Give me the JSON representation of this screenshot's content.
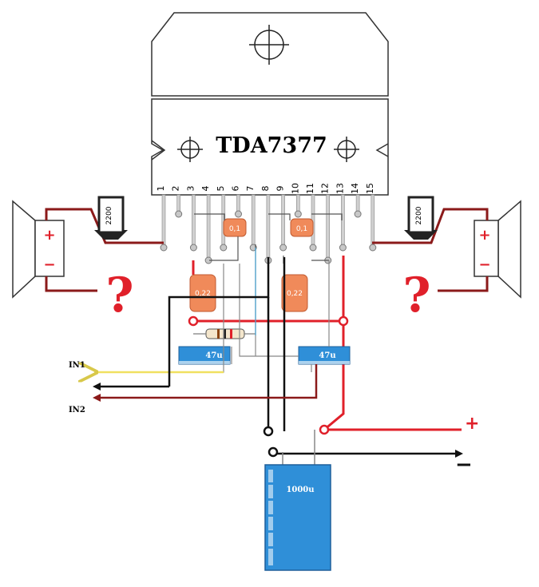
{
  "chip": {
    "name": "TDA7377"
  },
  "pins": [
    "1",
    "2",
    "3",
    "4",
    "5",
    "6",
    "7",
    "8",
    "9",
    "10",
    "11",
    "12",
    "13",
    "14",
    "15"
  ],
  "components": {
    "resistor_left": "2200",
    "resistor_right": "2200",
    "cap_small_left": "0,1",
    "cap_small_right": "0,1",
    "cap_mid_left": "0,22",
    "cap_mid_right": "0,22",
    "cap_elec_left": "47u",
    "cap_elec_right": "47u",
    "cap_main": "1000u"
  },
  "inputs": {
    "in1": "IN1",
    "in2": "IN2"
  },
  "speaker_left": {
    "plus": "+",
    "minus": "−",
    "unknown": "?"
  },
  "speaker_right": {
    "plus": "+",
    "minus": "−",
    "unknown": "?"
  },
  "supply": {
    "plus": "+",
    "minus": "−"
  },
  "colors": {
    "red_wire": "#e0202a",
    "dark_red_wire": "#8b1a1a",
    "black_wire": "#111111",
    "yellow_wire": "#f0e060",
    "blue_wire": "#4aa8d8",
    "cap_orange": "#f08a5a",
    "cap_blue": "#2f8fd8",
    "lead_gray": "#b0b0b0"
  }
}
